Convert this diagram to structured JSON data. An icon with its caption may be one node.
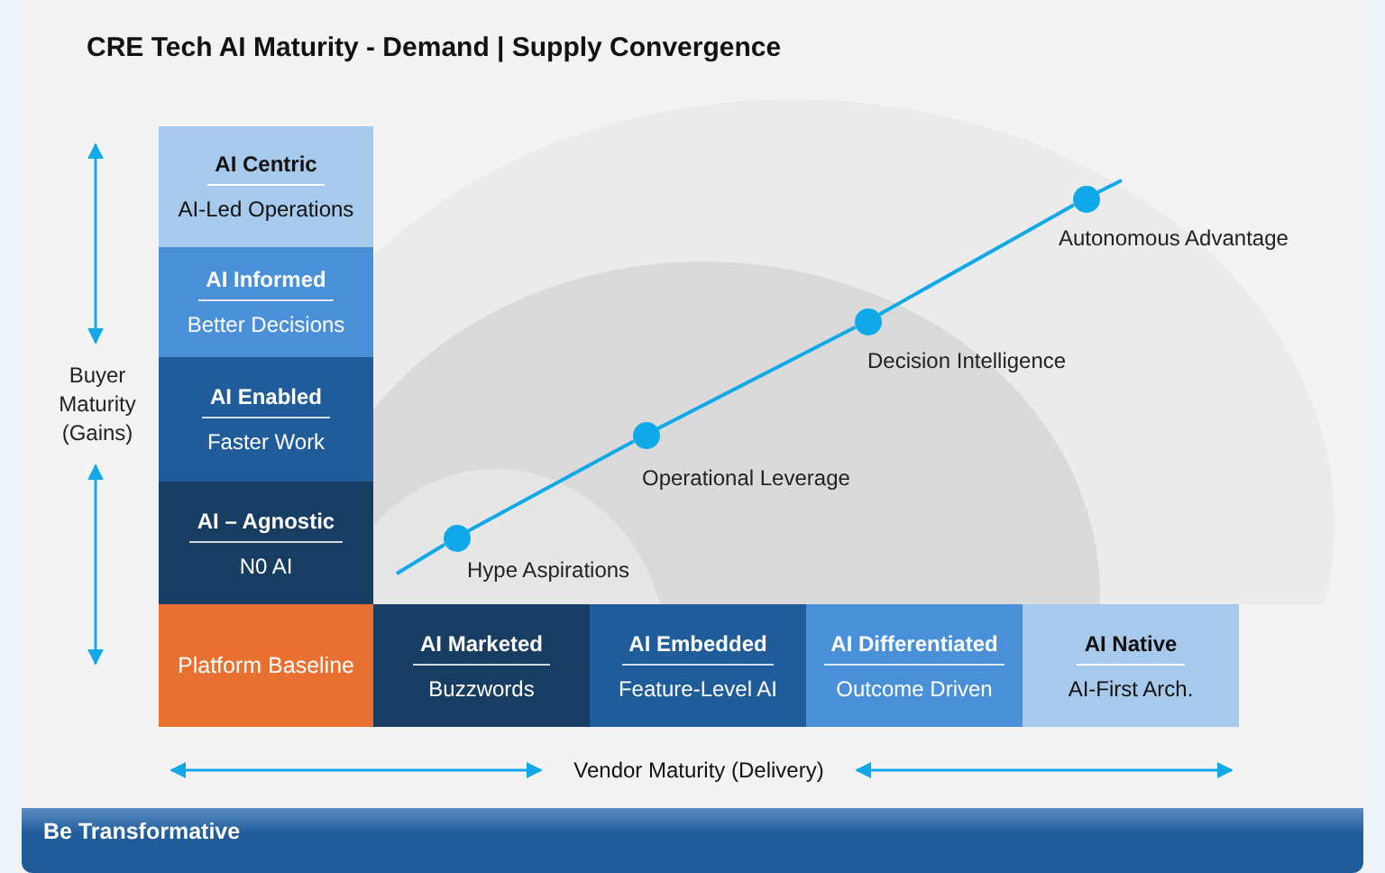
{
  "diagram": {
    "title": "CRE Tech AI Maturity - Demand | Supply Convergence",
    "nodes": [
      {
        "text": [
          "AI Centric",
          "AI-Led Operations"
        ]
      },
      {
        "text": [
          "AI Informed",
          "Better Decisions"
        ]
      },
      {
        "text": [
          "AI Enabled",
          "Faster Work"
        ]
      },
      {
        "text": [
          "AI – Agnostic",
          "N0 AI"
        ]
      },
      {
        "text": [
          "Platform Baseline"
        ]
      },
      {
        "text": [
          "AI Marketed",
          "Buzzwords"
        ]
      },
      {
        "text": [
          "AI Embedded",
          "Feature-Level AI"
        ]
      },
      {
        "text": [
          "AI Differentiated",
          "Outcome Driven"
        ]
      },
      {
        "text": [
          "AI Native",
          "AI-First Arch."
        ]
      },
      {
        "text": [],
        "shape": "circle",
        "beside": [
          "Hype Aspirations"
        ]
      },
      {
        "text": [],
        "shape": "circle",
        "beside": [
          "Operational Leverage"
        ]
      },
      {
        "text": [],
        "shape": "circle",
        "beside": [
          "Decision Intelligence"
        ]
      },
      {
        "text": [],
        "shape": "circle",
        "beside": [
          "Autonomous Advantage"
        ]
      }
    ],
    "edges": [
      {
        "from": null,
        "to": 9,
        "arrow": "none"
      },
      {
        "from": 9,
        "to": 10,
        "arrow": "none"
      },
      {
        "from": 10,
        "to": 11,
        "arrow": "none"
      },
      {
        "from": 11,
        "to": 12,
        "arrow": "none"
      },
      {
        "from": 12,
        "to": null,
        "arrow": "none"
      }
    ],
    "labels": [
      "Buyer Maturity (Gains)",
      "Vendor Maturity (Delivery)",
      "Be Transformative"
    ]
  }
}
